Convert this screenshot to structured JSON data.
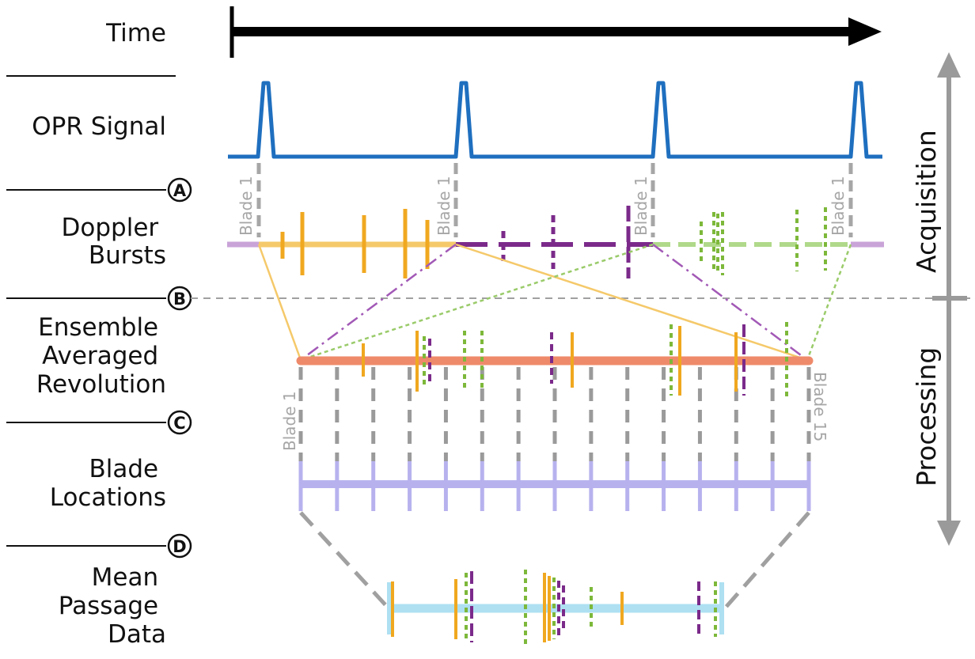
{
  "time_label": "Time",
  "rows": [
    {
      "id": "opr",
      "lines": [
        "OPR Signal"
      ]
    },
    {
      "id": "doppler",
      "lines": [
        "Doppler",
        "Bursts"
      ]
    },
    {
      "id": "ensemble",
      "lines": [
        "Ensemble",
        "Averaged",
        "Revolution"
      ]
    },
    {
      "id": "blade",
      "lines": [
        "Blade",
        "Locations"
      ]
    },
    {
      "id": "mean",
      "lines": [
        "Mean",
        "Passage",
        "Data"
      ]
    }
  ],
  "markers": [
    "A",
    "B",
    "C",
    "D"
  ],
  "side_labels": {
    "acquisition": "Acquisition",
    "processing": "Processing"
  },
  "blade_labels": {
    "first": "Blade 1",
    "last": "Blade 15"
  },
  "colors": {
    "opr": "#1f6fbf",
    "orange": "#f0a820",
    "purple": "#7b2a8a",
    "green": "#7db83a",
    "lilac": "#c9a4d8",
    "light_orange": "#f5c96a",
    "light_purple": "#c39ad1",
    "light_green": "#b0d98a",
    "salmon": "#ee8a6a",
    "lavender": "#b7b2ee",
    "light_blue": "#aee0f2",
    "gray": "#9a9a9a",
    "dark_gray": "#7a7a7a"
  }
}
